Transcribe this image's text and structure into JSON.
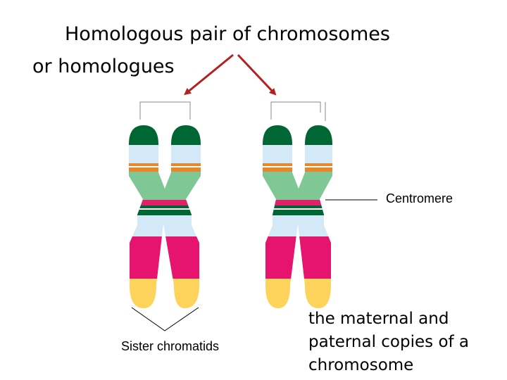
{
  "title": {
    "line1": "Homologous pair of chromosomes",
    "line2": "or homologues"
  },
  "labels": {
    "centromere": "Centromere",
    "sister_chromatids": "Sister chromatids",
    "caption_line1": "the maternal and",
    "caption_line2": "paternal copies of a",
    "caption_line3": "chromosome"
  },
  "colors": {
    "arrow": "#b22222",
    "band_dark_green": "#006633",
    "band_light_blue": "#d4e9f7",
    "band_orange": "#e8862a",
    "band_light_green": "#7fc794",
    "band_red": "#e0206a",
    "band_magenta": "#e6146e",
    "band_yellow": "#fdd35c",
    "line": "#000000"
  }
}
